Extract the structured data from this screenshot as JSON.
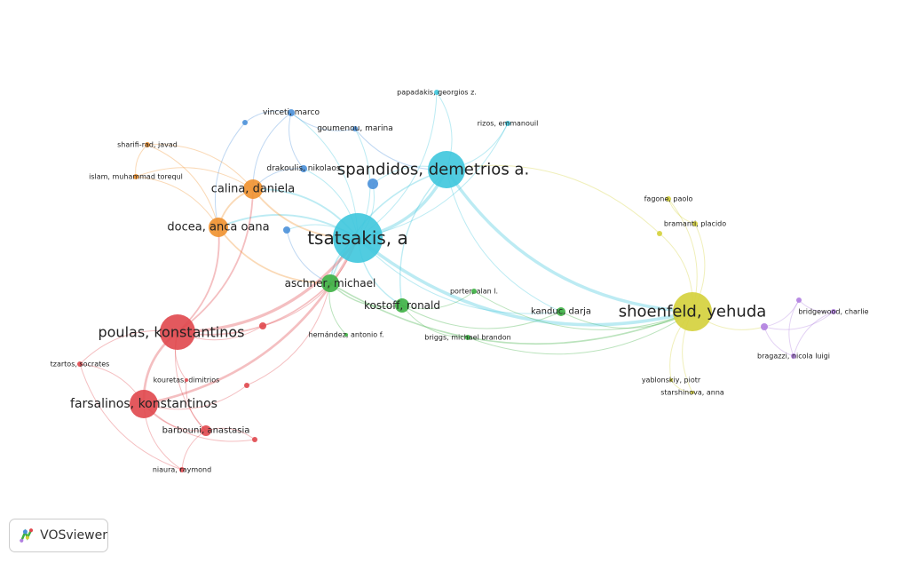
{
  "colors": {
    "red": "#e0474c",
    "green": "#3cb043",
    "blue": "#4a90d9",
    "yellow": "#d4d03a",
    "purple": "#b07ee0",
    "cyan": "#3ec7dd",
    "orange": "#f0912f"
  },
  "nodes": [
    {
      "label": "tsatsakis, a",
      "cluster": "cyan"
    },
    {
      "label": "spandidos, demetrios a.",
      "cluster": "cyan"
    },
    {
      "label": "papadakis, georgios z.",
      "cluster": "cyan"
    },
    {
      "label": "rizos, emmanouil",
      "cluster": "cyan"
    },
    {
      "label": "vinceti, marco",
      "cluster": "blue"
    },
    {
      "label": "",
      "cluster": "blue"
    },
    {
      "label": "goumenou, marina",
      "cluster": "blue"
    },
    {
      "label": "drakoulis, nikolaos",
      "cluster": "blue"
    },
    {
      "label": "",
      "cluster": "blue"
    },
    {
      "label": "",
      "cluster": "blue"
    },
    {
      "label": "calina, daniela",
      "cluster": "orange"
    },
    {
      "label": "docea, anca oana",
      "cluster": "orange"
    },
    {
      "label": "sharifi-rad, javad",
      "cluster": "orange"
    },
    {
      "label": "islam, muhammad torequl",
      "cluster": "orange"
    },
    {
      "label": "aschner, michael",
      "cluster": "green"
    },
    {
      "label": "kostoff, ronald",
      "cluster": "green"
    },
    {
      "label": "porter, alan l.",
      "cluster": "green"
    },
    {
      "label": "hernández, antonio f.",
      "cluster": "green"
    },
    {
      "label": "briggs, michael brandon",
      "cluster": "green"
    },
    {
      "label": "kanduc, darja",
      "cluster": "green"
    },
    {
      "label": "shoenfeld, yehuda",
      "cluster": "yellow"
    },
    {
      "label": "fagone, paolo",
      "cluster": "yellow"
    },
    {
      "label": "bramanti, placido",
      "cluster": "yellow"
    },
    {
      "label": "",
      "cluster": "yellow"
    },
    {
      "label": "yablonskiy, piotr",
      "cluster": "yellow"
    },
    {
      "label": "starshinova, anna",
      "cluster": "yellow"
    },
    {
      "label": "",
      "cluster": "purple"
    },
    {
      "label": "",
      "cluster": "purple"
    },
    {
      "label": "bridgewood, charlie",
      "cluster": "purple"
    },
    {
      "label": "bragazzi, nicola luigi",
      "cluster": "purple"
    },
    {
      "label": "poulas, konstantinos",
      "cluster": "red"
    },
    {
      "label": "farsalinos, konstantinos",
      "cluster": "red"
    },
    {
      "label": "tzartos, socrates",
      "cluster": "red"
    },
    {
      "label": "kouretas, dimitrios",
      "cluster": "red"
    },
    {
      "label": "",
      "cluster": "red"
    },
    {
      "label": "",
      "cluster": "red"
    },
    {
      "label": "",
      "cluster": "red"
    },
    {
      "label": "barbouni, anastasia",
      "cluster": "red"
    },
    {
      "label": "niaura, raymond",
      "cluster": "red"
    }
  ],
  "links": [
    [
      0,
      1
    ],
    [
      0,
      2
    ],
    [
      0,
      3
    ],
    [
      1,
      2
    ],
    [
      1,
      3
    ],
    [
      0,
      4
    ],
    [
      0,
      6
    ],
    [
      0,
      7
    ],
    [
      0,
      8
    ],
    [
      1,
      8
    ],
    [
      0,
      9
    ],
    [
      4,
      5
    ],
    [
      4,
      6
    ],
    [
      4,
      7
    ],
    [
      4,
      10
    ],
    [
      5,
      11
    ],
    [
      6,
      1
    ],
    [
      7,
      10
    ],
    [
      0,
      10
    ],
    [
      0,
      11
    ],
    [
      10,
      11
    ],
    [
      10,
      12
    ],
    [
      10,
      13
    ],
    [
      11,
      12
    ],
    [
      11,
      13
    ],
    [
      12,
      13
    ],
    [
      0,
      14
    ],
    [
      0,
      15
    ],
    [
      1,
      14
    ],
    [
      1,
      15
    ],
    [
      14,
      15
    ],
    [
      15,
      16
    ],
    [
      15,
      18
    ],
    [
      14,
      17
    ],
    [
      15,
      19
    ],
    [
      0,
      19
    ],
    [
      1,
      19
    ],
    [
      19,
      20
    ],
    [
      0,
      20
    ],
    [
      1,
      20
    ],
    [
      20,
      21
    ],
    [
      20,
      22
    ],
    [
      20,
      23
    ],
    [
      21,
      22
    ],
    [
      23,
      1
    ],
    [
      20,
      24
    ],
    [
      20,
      25
    ],
    [
      24,
      25
    ],
    [
      20,
      26
    ],
    [
      26,
      27
    ],
    [
      26,
      28
    ],
    [
      26,
      29
    ],
    [
      27,
      28
    ],
    [
      27,
      29
    ],
    [
      28,
      29
    ],
    [
      30,
      31
    ],
    [
      30,
      32
    ],
    [
      31,
      32
    ],
    [
      30,
      33
    ],
    [
      30,
      34
    ],
    [
      31,
      37
    ],
    [
      31,
      38
    ],
    [
      37,
      38
    ],
    [
      30,
      0
    ],
    [
      30,
      10
    ],
    [
      30,
      11
    ],
    [
      31,
      0
    ],
    [
      30,
      14
    ],
    [
      31,
      35
    ],
    [
      31,
      36
    ],
    [
      34,
      0
    ],
    [
      35,
      14
    ],
    [
      36,
      37
    ],
    [
      30,
      37
    ],
    [
      11,
      14
    ],
    [
      10,
      0
    ],
    [
      16,
      20
    ],
    [
      18,
      20
    ],
    [
      14,
      20
    ],
    [
      9,
      14
    ],
    [
      33,
      37
    ],
    [
      32,
      38
    ]
  ],
  "logo": {
    "label": "VOSviewer"
  }
}
